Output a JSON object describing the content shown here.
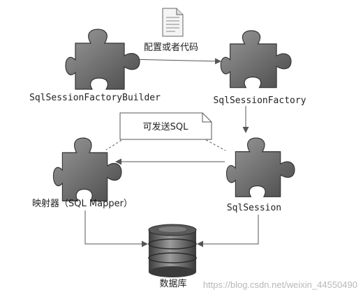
{
  "nodes": {
    "builder": {
      "label": "SqlSessionFactoryBuilder"
    },
    "factory": {
      "label": "SqlSessionFactory"
    },
    "session": {
      "label": "SqlSession"
    },
    "mapper": {
      "label": "映射器（SQL Mapper）"
    },
    "database": {
      "label": "数据库"
    }
  },
  "edges": {
    "builder_to_factory": {
      "label": "配置或者代码"
    },
    "session_to_mapper_note": {
      "label": "可发送SQL"
    }
  },
  "watermark": {
    "text": "https://blog.csdn.net/weixin_44550490"
  },
  "icons": {
    "puzzle": "puzzle-piece-icon",
    "document": "document-icon",
    "database": "database-cylinder-icon"
  }
}
